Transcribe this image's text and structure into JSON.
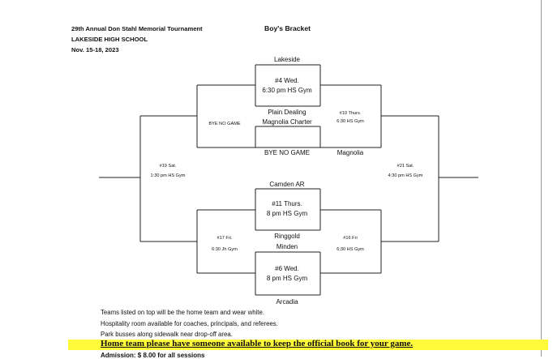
{
  "header": {
    "tournament": "29th Annual Don Stahl Memorial Tournament",
    "school": "LAKESIDE HIGH SCHOOL",
    "dates": "Nov. 15-18, 2023",
    "bracket_title": "Boy's Bracket"
  },
  "bracket": {
    "teams": {
      "lakeside": "Lakeside",
      "plain_dealing": "Plain Dealing",
      "magnolia_charter": "Magnolia Charter",
      "bye_team": "BYE NO GAME",
      "magnolia": "Magnolia",
      "camden": "Camden AR",
      "ringgold": "Ringgold",
      "minden": "Minden",
      "arcadia": "Arcadia"
    },
    "games": {
      "g4": [
        "#4 Wed.",
        "6:30 pm HS Gym"
      ],
      "g11": [
        "#11 Thurs.",
        "8 pm HS Gym"
      ],
      "g6": [
        "#6 Wed.",
        "8 pm HS Gym"
      ]
    },
    "side_games": {
      "bye_left": "BYE NO GAME",
      "g10": [
        "#10 Thurs.",
        "6:30 HS Gym"
      ],
      "g19": [
        "#19 Sat.",
        "1:30 pm HS Gym"
      ],
      "g21": [
        "#21 Sat.",
        "4:30 pm HS Gym"
      ],
      "g17": [
        "#17 Fri.",
        "6:30 Jh Gym"
      ],
      "g16": [
        "#16 Fri",
        "6:30 HS Gym"
      ]
    }
  },
  "notes": [
    "Teams listed on top will be the home team and wear white.",
    "Hospitality room available for coaches, principals, and referees.",
    "Park busses along sidewalk near drop-off area."
  ],
  "highlight": "Home team please have someone available to keep the official book for your game.",
  "admission": "Admission: $ 8.00 for all sessions"
}
